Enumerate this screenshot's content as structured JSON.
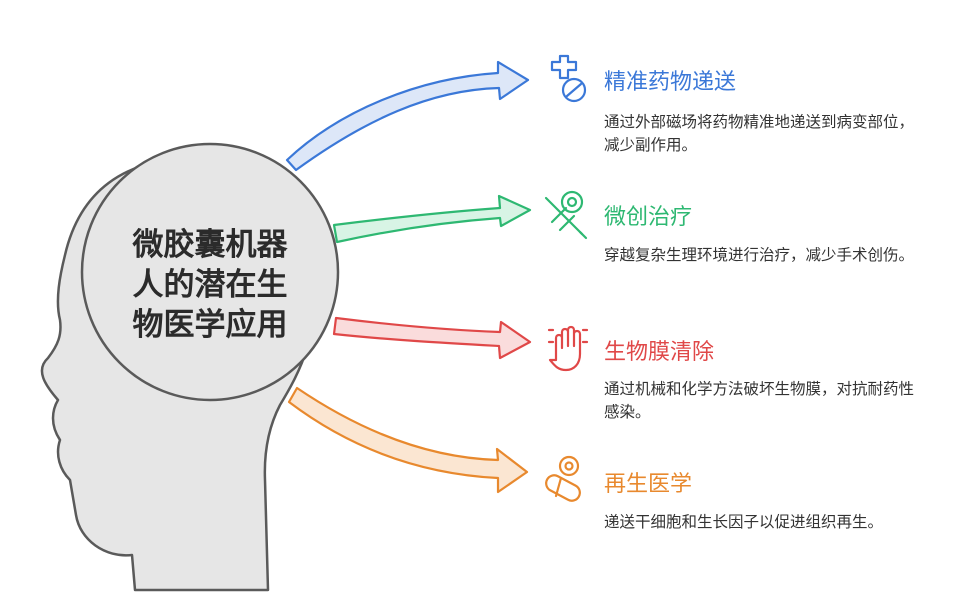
{
  "center": {
    "lines": [
      "微胶囊机器",
      "人的潜在生",
      "物医学应用"
    ]
  },
  "items": [
    {
      "title": "精准药物递送",
      "desc": "通过外部磁场将药物精准地递送到病变部位，减少副作用。",
      "color": "#3b78d8",
      "light": "#dde7f8",
      "icon": "medical-pill-icon"
    },
    {
      "title": "微创治疗",
      "desc": "穿越复杂生理环境进行治疗，减少手术创伤。",
      "color": "#2eb872",
      "light": "#d8f4e5",
      "icon": "syringe-icon"
    },
    {
      "title": "生物膜清除",
      "desc": "通过机械和化学方法破坏生物膜，对抗耐药性感染。",
      "color": "#e04848",
      "light": "#fadcdc",
      "icon": "hand-icon"
    },
    {
      "title": "再生医学",
      "desc": "递送干细胞和生长因子以促进组织再生。",
      "color": "#e8892e",
      "light": "#fbe6d2",
      "icon": "capsule-cell-icon"
    }
  ]
}
